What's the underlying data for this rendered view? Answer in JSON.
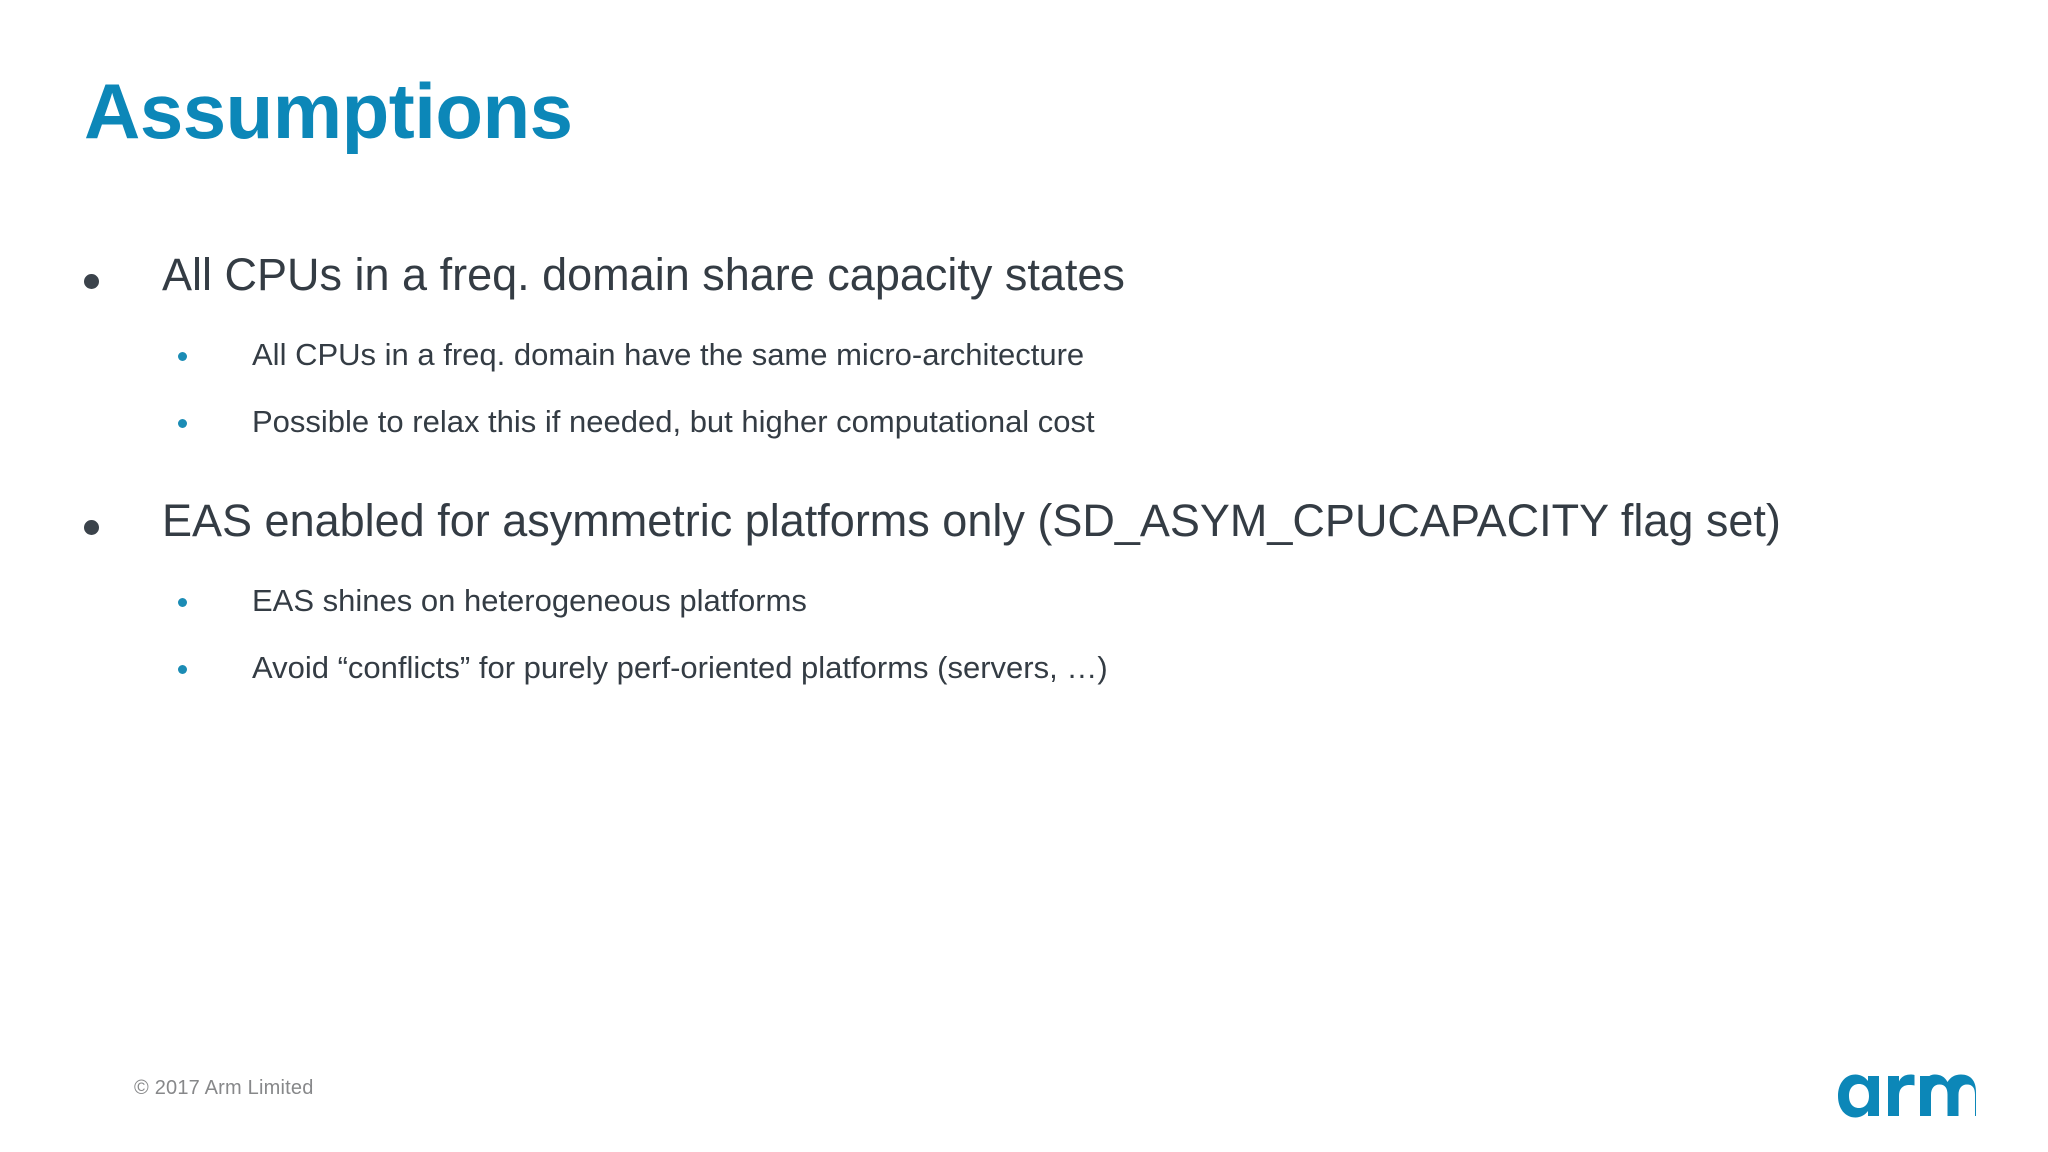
{
  "slide": {
    "title": "Assumptions",
    "background_color": "#ffffff",
    "accent_color": "#0c87b8",
    "body_text_color": "#343c44",
    "sub_bullet_marker_color": "#1b8cb5",
    "main_bullet_marker_color": "#3b434b"
  },
  "content": {
    "bullets": [
      {
        "level": 1,
        "text": "All CPUs in a freq. domain share capacity states"
      },
      {
        "level": 2,
        "text": "All CPUs in a freq. domain have the same micro-architecture"
      },
      {
        "level": 2,
        "text": "Possible to relax this if needed, but higher computational cost"
      },
      {
        "level": 1,
        "text": "EAS enabled for asymmetric platforms only (SD_ASYM_CPUCAPACITY flag set)"
      },
      {
        "level": 2,
        "text": "EAS shines on heterogeneous platforms"
      },
      {
        "level": 2,
        "text": "Avoid “conflicts” for purely perf-oriented platforms (servers, …)"
      }
    ]
  },
  "footer": {
    "copyright": "© 2017 Arm Limited",
    "logo_text": "arm",
    "logo_color": "#0c87b8"
  }
}
